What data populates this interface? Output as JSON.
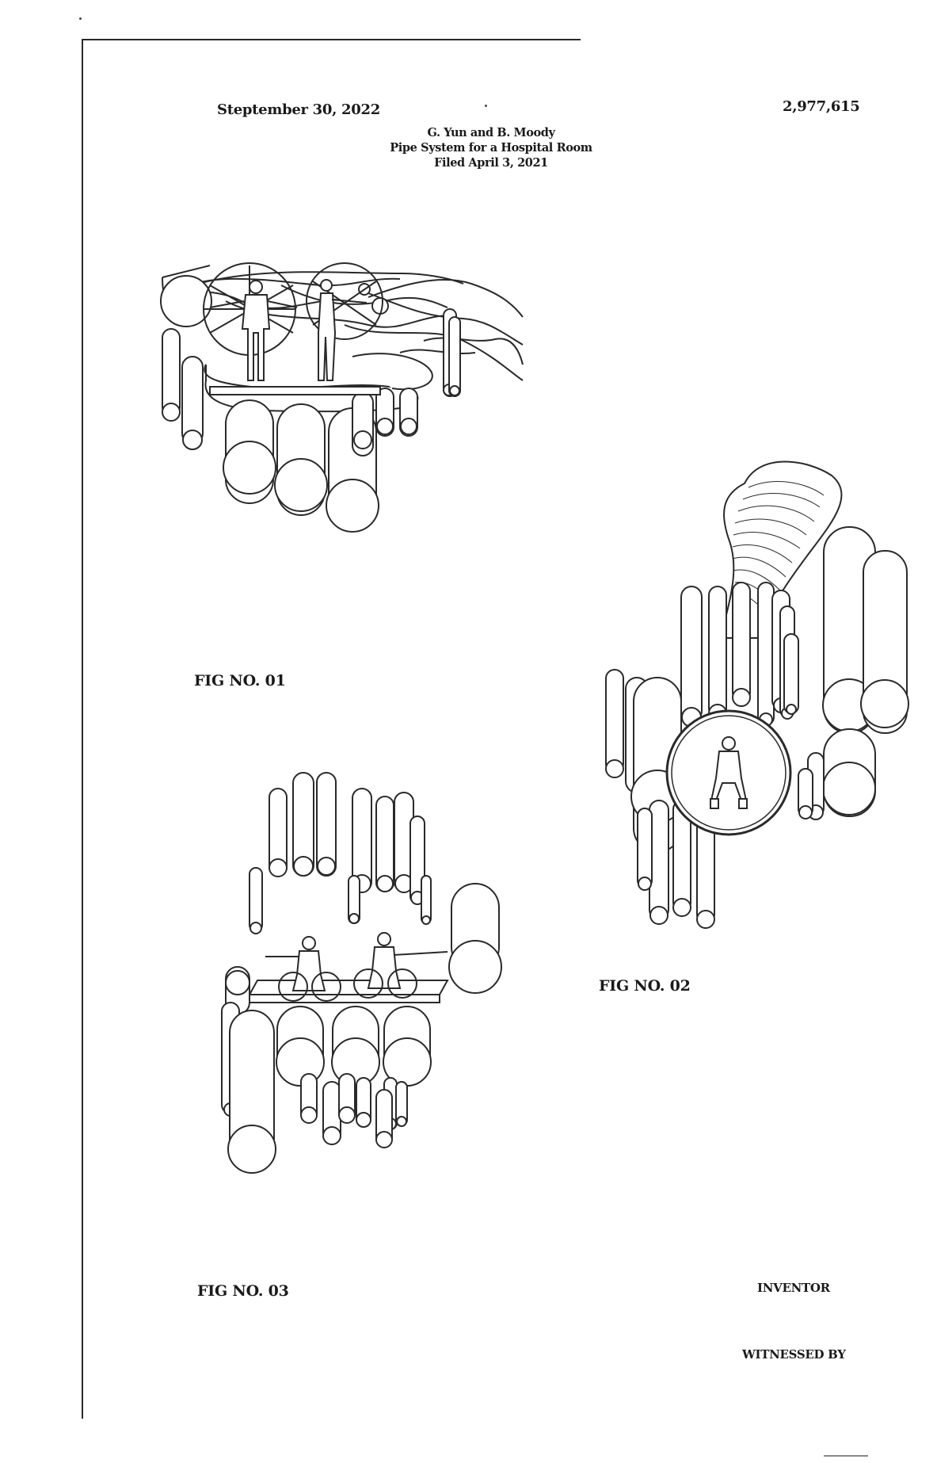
{
  "header": {
    "date": "Steptember 30, 2022",
    "patent_number": "2,977,615",
    "inventors": "G. Yun and B. Moody",
    "title": "Pipe System for a Hospital Room",
    "filed": "Filed April 3, 2021"
  },
  "figures": {
    "fig1_label": "FIG NO. 01",
    "fig2_label": "FIG NO. 02",
    "fig3_label": "FIG NO. 03"
  },
  "footer": {
    "inventor_label": "INVENTOR",
    "witnessed_label": "WITNESSED BY"
  },
  "colors": {
    "ink": "#2a2a2a",
    "paper": "#ffffff"
  }
}
